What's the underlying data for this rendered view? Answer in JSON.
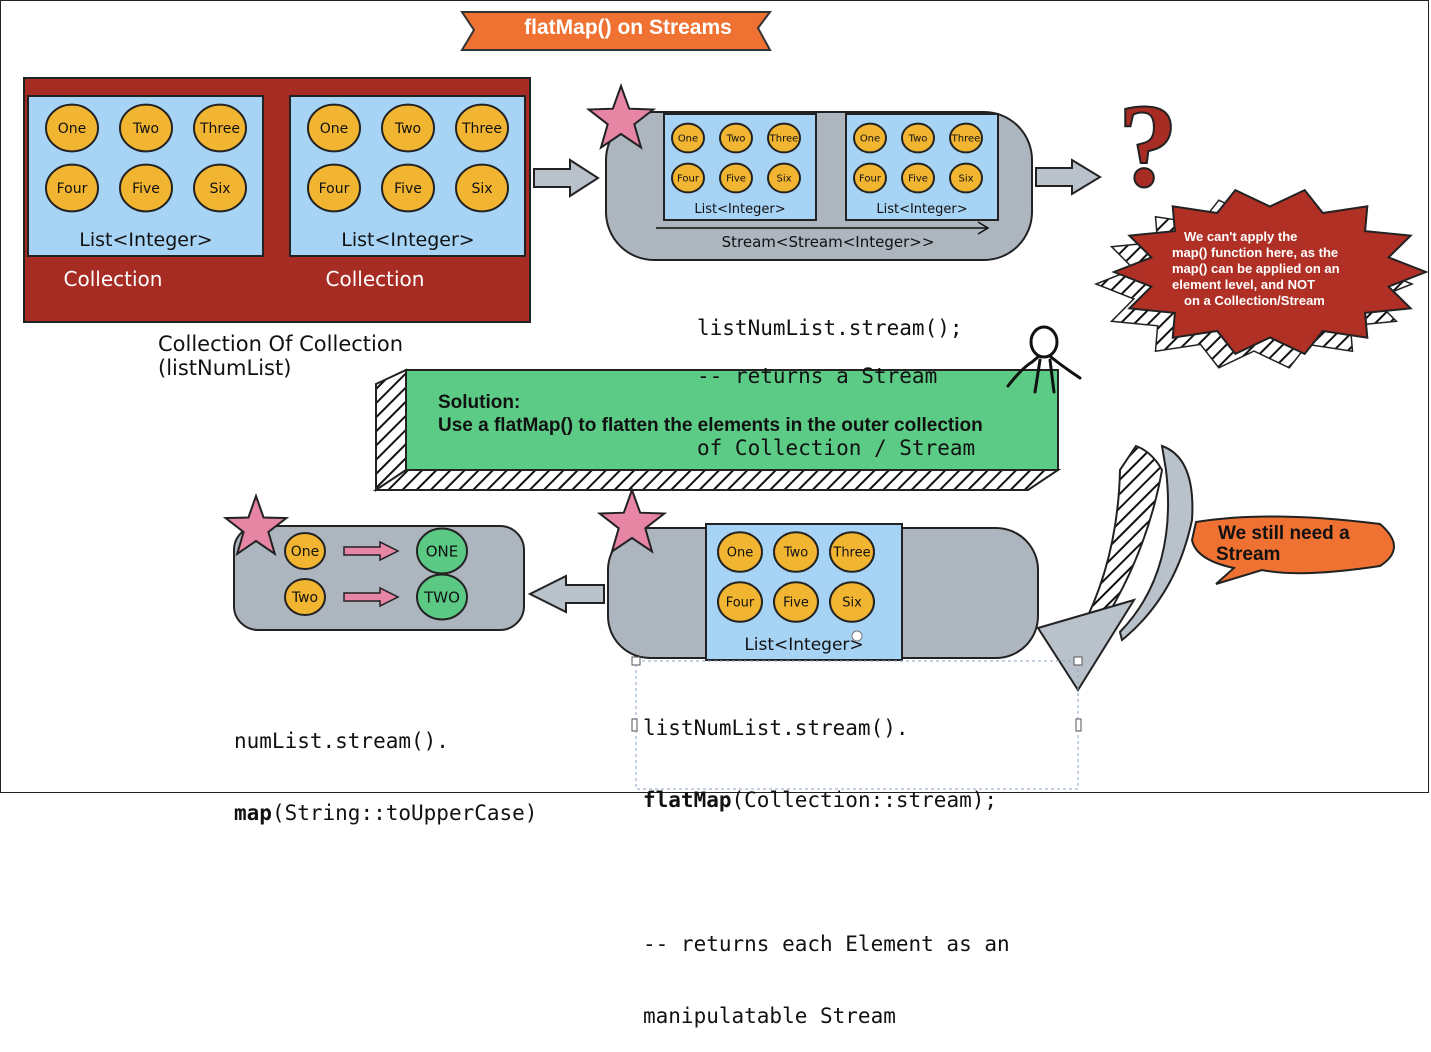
{
  "banner": {
    "title": "flatMap() on Streams"
  },
  "collection_group": {
    "panels": [
      {
        "balls": [
          "One",
          "Two",
          "Three",
          "Four",
          "Five",
          "Six"
        ],
        "list_label": "List<Integer>",
        "collection_label": "Collection"
      },
      {
        "balls": [
          "One",
          "Two",
          "Three",
          "Four",
          "Five",
          "Six"
        ],
        "list_label": "List<Integer>",
        "collection_label": "Collection"
      }
    ],
    "caption_line1": "Collection Of Collection",
    "caption_line2": "(listNumList)"
  },
  "stream_of_stream": {
    "panels": [
      {
        "balls": [
          "One",
          "Two",
          "Three",
          "Four",
          "Five",
          "Six"
        ],
        "list_label": "List<Integer>"
      },
      {
        "balls": [
          "One",
          "Two",
          "Three",
          "Four",
          "Five",
          "Six"
        ],
        "list_label": "List<Integer>"
      }
    ],
    "stream_label": "Stream<Stream<Integer>>"
  },
  "code_top": {
    "line1": "listNumList.stream();",
    "line2": "-- returns a Stream",
    "line3": "of Collection / Stream"
  },
  "question_mark": "?",
  "warning_burst": {
    "line1": "We can't apply the",
    "line2": "map() function here, as the",
    "line3": "map() can be applied on an",
    "line4": "element level, and NOT",
    "line5": "on a Collection/Stream"
  },
  "solution_box": {
    "title": "Solution:",
    "text": "Use a flatMap() to flatten the elements in the outer collection"
  },
  "speech_bubble": {
    "line1": "We still need a",
    "line2": "Stream"
  },
  "flat_stream": {
    "balls": [
      "One",
      "Two",
      "Three",
      "Four",
      "Five",
      "Six"
    ],
    "list_label": "List<Integer>"
  },
  "mapped_stream": {
    "rows": [
      {
        "from": "One",
        "to": "ONE"
      },
      {
        "from": "Two",
        "to": "TWO"
      }
    ]
  },
  "code_flatmap": {
    "line1": "listNumList.stream().",
    "line2_bold": "flatMap",
    "line2_rest": "(Collection::stream);",
    "line3": "-- returns each Element as an",
    "line4": "manipulatable Stream"
  },
  "code_map": {
    "line1": "numList.stream().",
    "line2_bold": "map",
    "line2_rest": "(String::toUpperCase)"
  },
  "colors": {
    "banner": "#f07232",
    "collection_red": "#a62c24",
    "panel_blue": "#a7d3f5",
    "ball_yellow": "#f2b531",
    "ball_green": "#5bc984",
    "stream_gray": "#adb5bf",
    "star_pink": "#e685a4",
    "solution_green": "#5ccb85",
    "burst_red": "#b03026"
  },
  "icons": {
    "star": "star-icon",
    "arrow": "arrow-right-icon",
    "person": "person-icon",
    "curved_arrow": "curved-arrow-icon"
  }
}
